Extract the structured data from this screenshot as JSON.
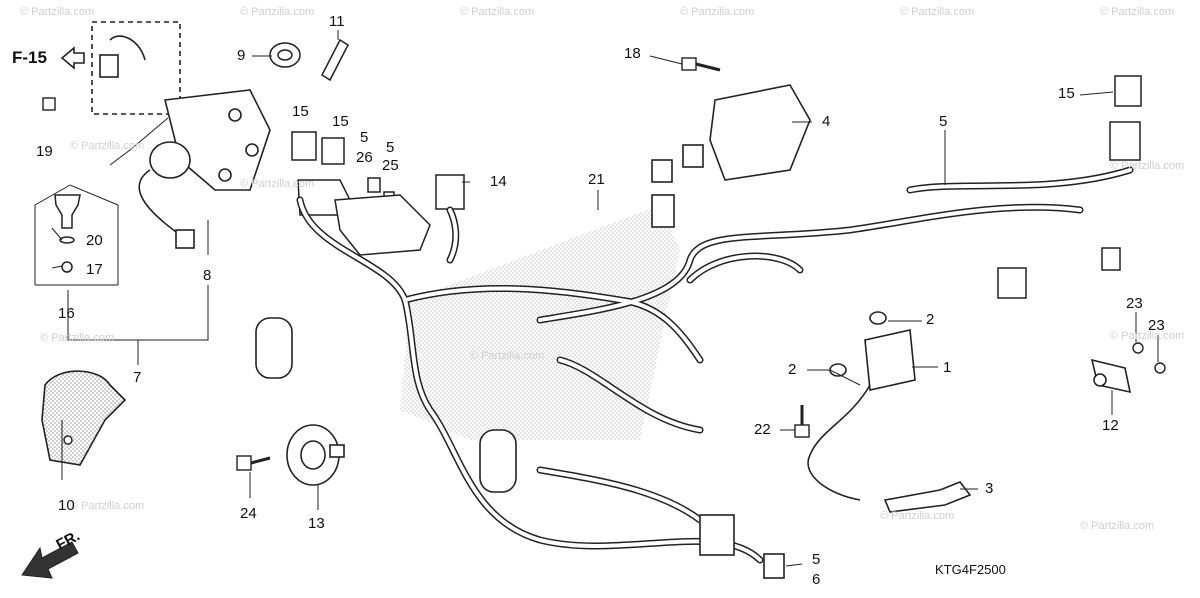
{
  "diagram": {
    "section_ref": "F-15",
    "front_label": "FR.",
    "drawing_code": "KTG4F2500",
    "watermark": "© Partzilla.com",
    "callouts": {
      "n1": "1",
      "n2a": "2",
      "n2b": "2",
      "n3": "3",
      "n4": "4",
      "n5a": "5",
      "n5b": "5",
      "n5c": "5",
      "n5d": "5",
      "n6": "6",
      "n7": "7",
      "n8": "8",
      "n9": "9",
      "n10": "10",
      "n11": "11",
      "n12": "12",
      "n13": "13",
      "n14": "14",
      "n15a": "15",
      "n15b": "15",
      "n15c": "15",
      "n16": "16",
      "n17": "17",
      "n18": "18",
      "n19": "19",
      "n20": "20",
      "n21": "21",
      "n22": "22",
      "n23a": "23",
      "n23b": "23",
      "n24": "24",
      "n25": "25",
      "n26": "26"
    },
    "colors": {
      "line": "#222222",
      "stipple": "#bdbdbd",
      "watermark": "#cfcfcf"
    }
  }
}
